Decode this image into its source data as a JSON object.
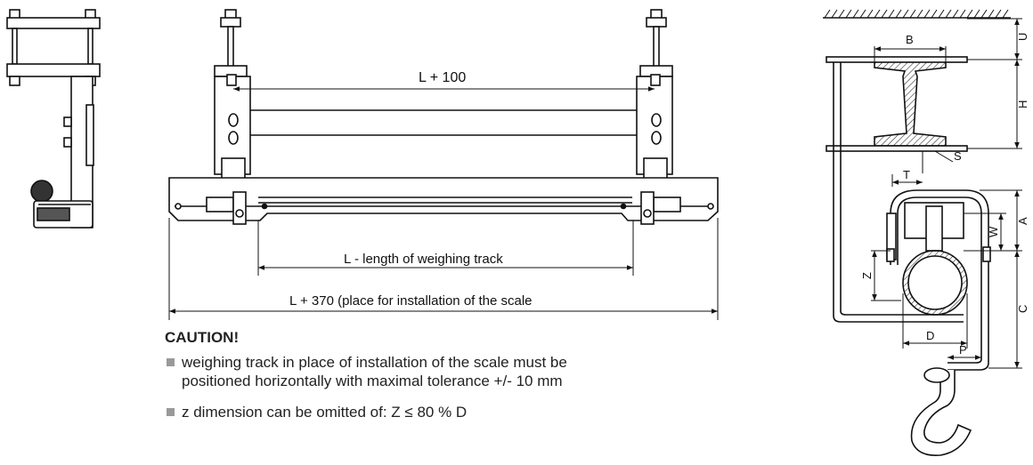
{
  "labels": {
    "l_plus_100": "L + 100",
    "l_track": "L - length of weighing track",
    "l_plus_370": "L + 370 (place for installation of the scale",
    "B": "B",
    "U": "U",
    "H": "H",
    "S": "S",
    "T": "T",
    "A": "A",
    "W": "W",
    "Z": "Z",
    "D": "D",
    "P": "P",
    "C": "C"
  },
  "caution": {
    "title": "CAUTION!",
    "items": [
      {
        "lines": [
          "weighing track in place of installation of the scale must be",
          "positioned horizontally with maximal tolerance +/- 10 mm"
        ]
      },
      {
        "lines": [
          "z dimension can be omitted of: Z ≤ 80 % D"
        ]
      }
    ]
  }
}
